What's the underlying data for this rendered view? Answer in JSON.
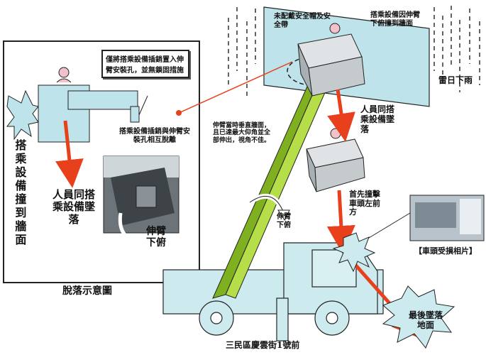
{
  "inset": {
    "caption": "脫落示意圖",
    "note_box": "僅將搭乘設備插銷置入伸臂安裝孔，並無鎖固措施",
    "side_text": "搭乘設備撞到牆面",
    "fall_text": "人員同搭乘設備墜落",
    "pin_text": "搭乘設備插銷與伸臂安裝孔相互脫離",
    "photo_label": "伸臂下俯"
  },
  "main": {
    "no_helmet": "未配戴安全帽及安全帶",
    "hit_wall": "搭乘設備因伸臂下俯撞到牆面",
    "rain": "雷日下雨",
    "people_fall": "人員同搭乘設備墜落",
    "boom_note": "伸臂當時垂直牆面，且已達最大仰角並全部伸出，視角不佳。",
    "boom_down": "伸臂下俯",
    "first_hit": "首先撞擊車頭左前方",
    "photo_caption": "【車頭受損相片】",
    "final_fall": "最後墜落地面",
    "location": "三民區慶雲街1號前"
  },
  "colors": {
    "boom": "#9acd32",
    "truck": "#cdeaef",
    "wall": "#bfe3ea",
    "arrow": "#e8401c",
    "platform": "#c9cdd0"
  }
}
